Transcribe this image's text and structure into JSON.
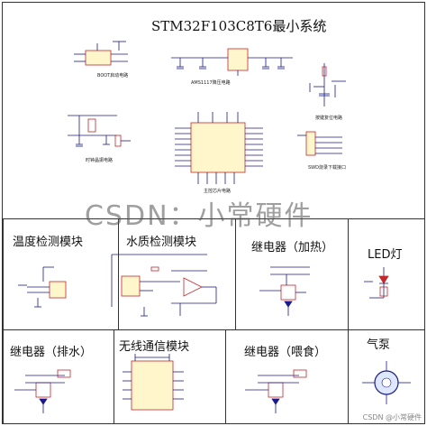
{
  "main_title": "STM32F103C8T6最小系统",
  "sub_labels": {
    "boot": "BOOT启动电路",
    "ams": "AMS1117降压电路",
    "reset": "按键复位电路",
    "clock": "时钟晶振电路",
    "mcu": "主控芯片电路",
    "swd": "SWD烧录下载接口"
  },
  "panels": {
    "temp": "温度检测模块",
    "water": "水质检测模块",
    "relay_heat": "继电器（加热）",
    "led": "LED灯",
    "relay_drain": "继电器（排水）",
    "wireless": "无线通信模块",
    "relay_feed": "继电器（喂食）",
    "pump": "气泵"
  },
  "watermark": "CSDN：小常硬件",
  "credit": "CSDN @小常硬件",
  "colors": {
    "wire": "#1a1a8c",
    "red": "#c0282d",
    "chip": "#fff6cc"
  }
}
